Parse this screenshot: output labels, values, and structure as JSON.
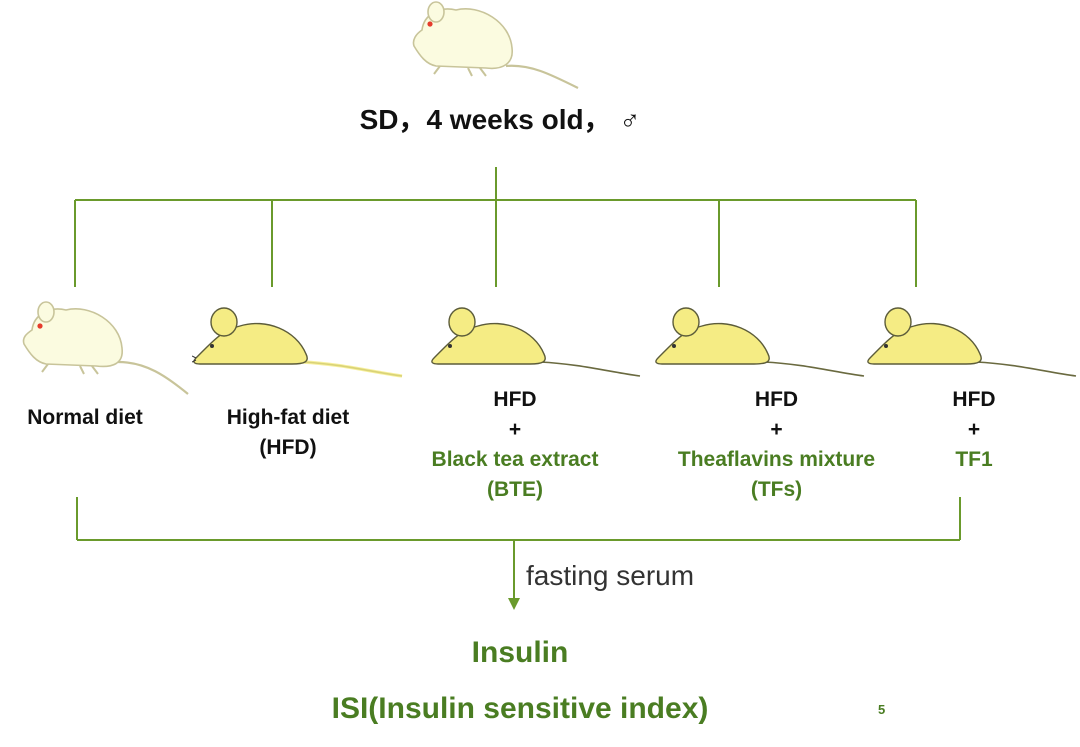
{
  "title": "SD，4 weeks old， ♂",
  "groups": [
    {
      "lines": [
        "Normal diet"
      ],
      "mouse": "white-mouse"
    },
    {
      "lines": [
        "High-fat diet",
        "(HFD)"
      ],
      "mouse": "yellow-mouse"
    },
    {
      "lines": [
        "HFD",
        "+",
        "Black tea extract",
        "(BTE)"
      ],
      "mouse": "yellow-mouse"
    },
    {
      "lines": [
        "HFD",
        "+",
        "Theaflavins mixture",
        "(TFs)"
      ],
      "mouse": "yellow-mouse"
    },
    {
      "lines": [
        "HFD",
        "+",
        "TF1"
      ],
      "mouse": "yellow-mouse"
    }
  ],
  "arrow_label": "fasting serum",
  "outcomes": [
    "Insulin",
    "ISI(Insulin sensitive index)"
  ],
  "page_number": "5",
  "colors": {
    "line_green": "#6a9a2c",
    "text_green": "#4a7d22",
    "mouse_white": "#fbfbe0",
    "mouse_yellow": "#f5ec84"
  }
}
